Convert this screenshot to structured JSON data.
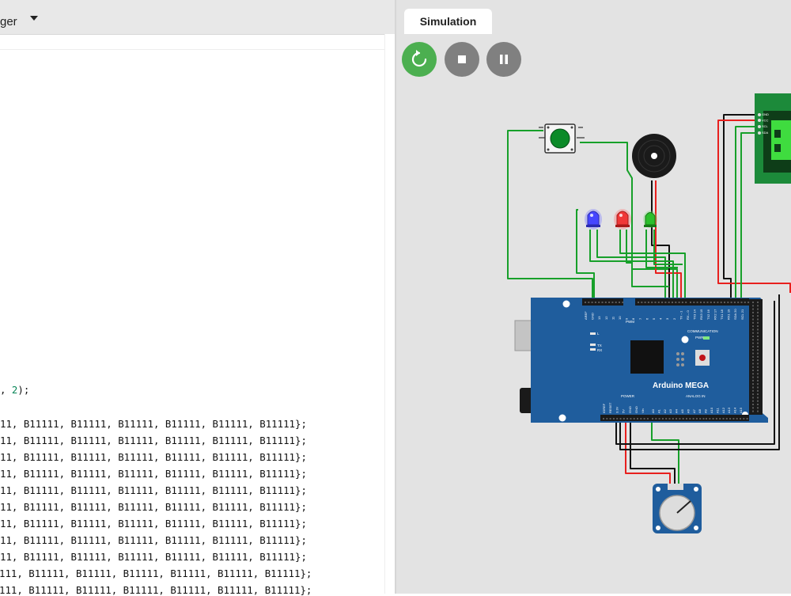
{
  "editor": {
    "tab_fragment": "ger",
    "partial_call": ", ",
    "partial_num": "2",
    "partial_end": ");",
    "array_rows_a": [
      "11, B11111, B11111, B11111, B11111, B11111, B11111};",
      "11, B11111, B11111, B11111, B11111, B11111, B11111};",
      "11, B11111, B11111, B11111, B11111, B11111, B11111};",
      "11, B11111, B11111, B11111, B11111, B11111, B11111};",
      "11, B11111, B11111, B11111, B11111, B11111, B11111};",
      "11, B11111, B11111, B11111, B11111, B11111, B11111};",
      "11, B11111, B11111, B11111, B11111, B11111, B11111};",
      "11, B11111, B11111, B11111, B11111, B11111, B11111};",
      "11, B11111, B11111, B11111, B11111, B11111, B11111};"
    ],
    "array_rows_b": [
      "111, B11111, B11111, B11111, B11111, B11111, B11111};",
      "111, B11111, B11111, B11111, B11111, B11111, B11111};"
    ]
  },
  "simulation": {
    "tab_label": "Simulation",
    "restart_icon": "restart-icon",
    "stop_icon": "stop-icon",
    "pause_icon": "pause-icon",
    "board_label": "Arduino MEGA",
    "pwm_label": "PWM",
    "communication_label": "COMMUNICATION",
    "power_label": "POWER",
    "analog_label": "ANALOG IN",
    "pwr_led_label": "PWR",
    "l_label": "L",
    "tx_label": "TX",
    "rx_label": "RX",
    "top_pin_labels": [
      "AREF",
      "GND",
      "13",
      "12",
      "11",
      "10",
      "9",
      "8",
      "7",
      "6",
      "5",
      "4",
      "3",
      "2",
      "TX→1",
      "RX←0",
      "TX3 14",
      "RX3 15",
      "TX2 16",
      "RX2 17",
      "TX1 18",
      "RX1 19",
      "SDA 20",
      "SCL 21"
    ],
    "power_pin_labels": [
      "IOREF",
      "RESET",
      "3.3V",
      "5V",
      "GND",
      "GND",
      "Vin"
    ],
    "analog_pin_labels": [
      "A0",
      "A1",
      "A2",
      "A3",
      "A4",
      "A5",
      "A6",
      "A7",
      "A8",
      "A9",
      "A10",
      "A11",
      "A12",
      "A13",
      "A14",
      "A15"
    ],
    "oled_pin_labels": [
      "GND",
      "VCC",
      "SCL",
      "SDA"
    ],
    "colors": {
      "board": "#1f5d9d",
      "run_green": "#4caf50",
      "control_gray": "#808080",
      "wire_green": "#17a02a",
      "wire_red": "#e8201e",
      "wire_black": "#111111",
      "oled_green": "#1c8a3a"
    }
  }
}
